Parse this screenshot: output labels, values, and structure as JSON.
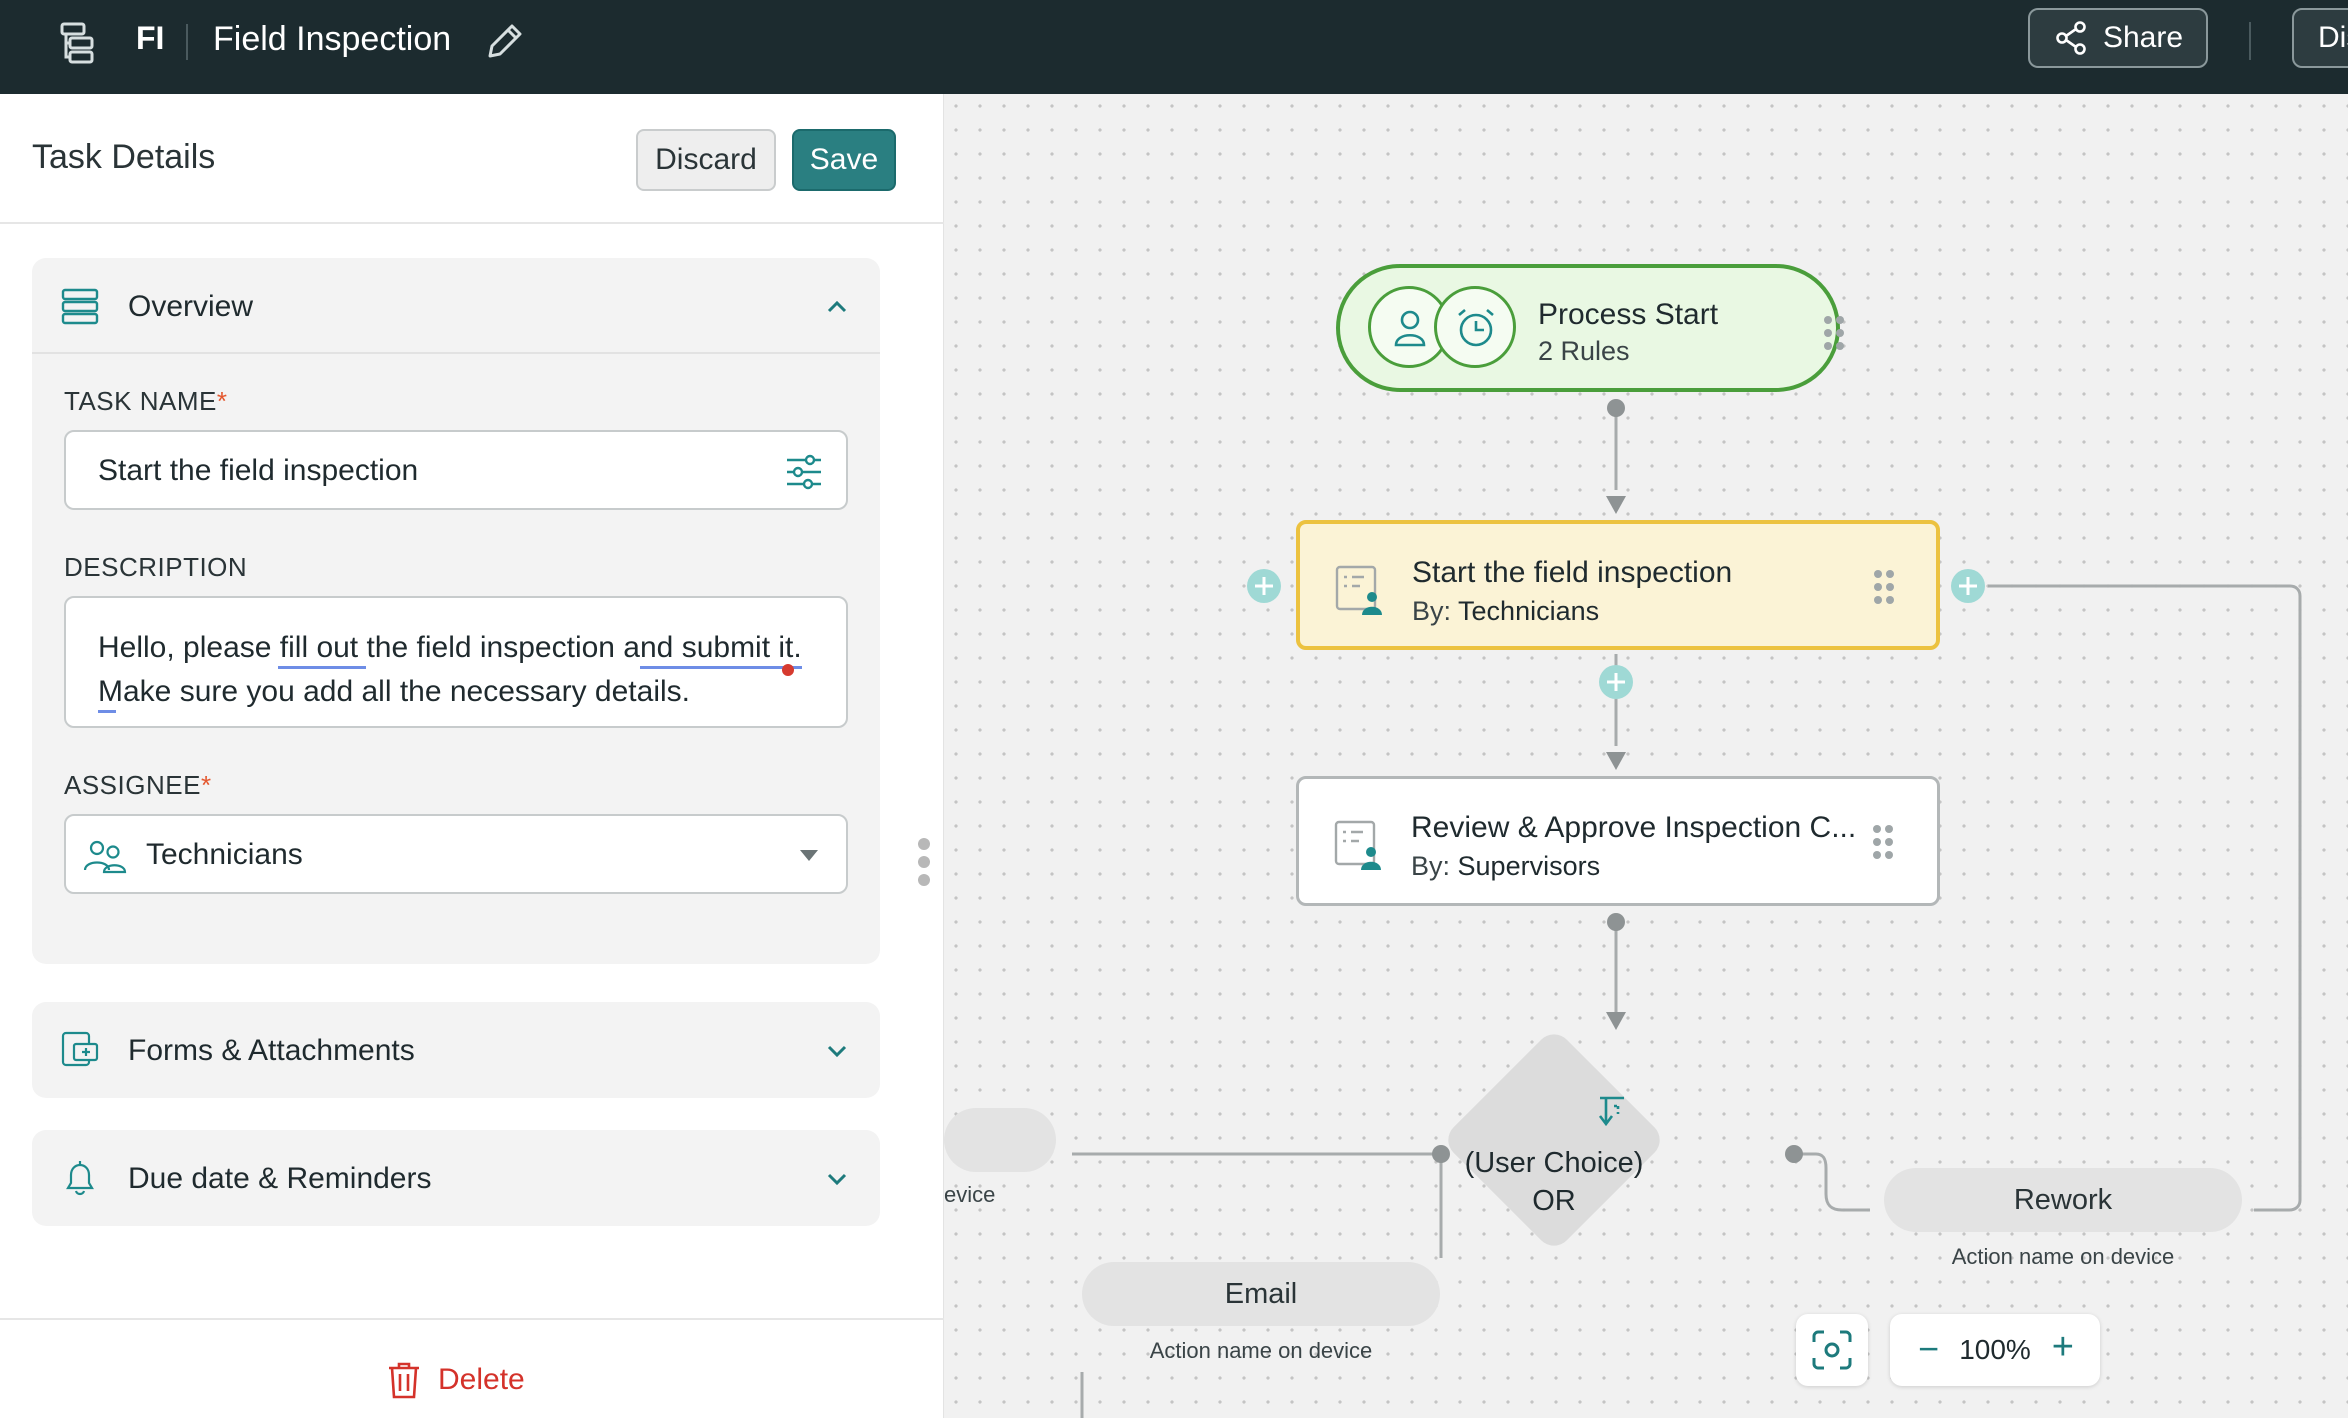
{
  "app": {
    "abbr": "FI",
    "title": "Field Inspection",
    "share_label": "Share",
    "dis_label": "Dis"
  },
  "panel": {
    "title": "Task Details",
    "discard_label": "Discard",
    "save_label": "Save",
    "overview": {
      "label": "Overview",
      "task_name_label": "TASK NAME",
      "required_mark": "*",
      "task_name_value": "Start the field inspection",
      "description_label": "DESCRIPTION",
      "description_value": "Hello, please fill out the field inspection and submit it. Make sure you add all the necessary details.",
      "assignee_label": "ASSIGNEE",
      "assignee_value": "Technicians"
    },
    "forms_label": "Forms & Attachments",
    "due_label": "Due date & Reminders",
    "delete_label": "Delete"
  },
  "canvas": {
    "start_node": {
      "title": "Process Start",
      "subtitle": "2 Rules"
    },
    "task1": {
      "title": "Start the field inspection",
      "by_label": "By:",
      "by_value": "Technicians"
    },
    "task2": {
      "title": "Review & Approve Inspection C...",
      "by_label": "By:",
      "by_value": "Supervisors"
    },
    "decision": {
      "line1": "(User Choice)",
      "line2": "OR"
    },
    "actions": {
      "left_sub": "evice",
      "email": "Email",
      "email_sub": "Action name on device",
      "rework": "Rework",
      "rework_sub": "Action name on device"
    },
    "zoom": {
      "minus": "−",
      "value": "100%",
      "plus": "+"
    }
  },
  "colors": {
    "topbar": "#1c2b2f",
    "accent": "#2a7f81",
    "start_border": "#4a9e3b",
    "active_task_border": "#ecc23f",
    "delete": "#d4322a"
  },
  "icons": [
    "workflow-icon",
    "pencil-icon",
    "share-icon",
    "overview-list-icon",
    "chevron-up-icon",
    "sliders-icon",
    "users-icon",
    "caret-down-icon",
    "forms-icon",
    "chevron-down-icon",
    "bell-icon",
    "trash-icon",
    "user-icon",
    "alarm-clock-icon",
    "task-user-icon",
    "drag-grip-icon",
    "plus-circle-icon",
    "branch-icon",
    "focus-icon"
  ]
}
